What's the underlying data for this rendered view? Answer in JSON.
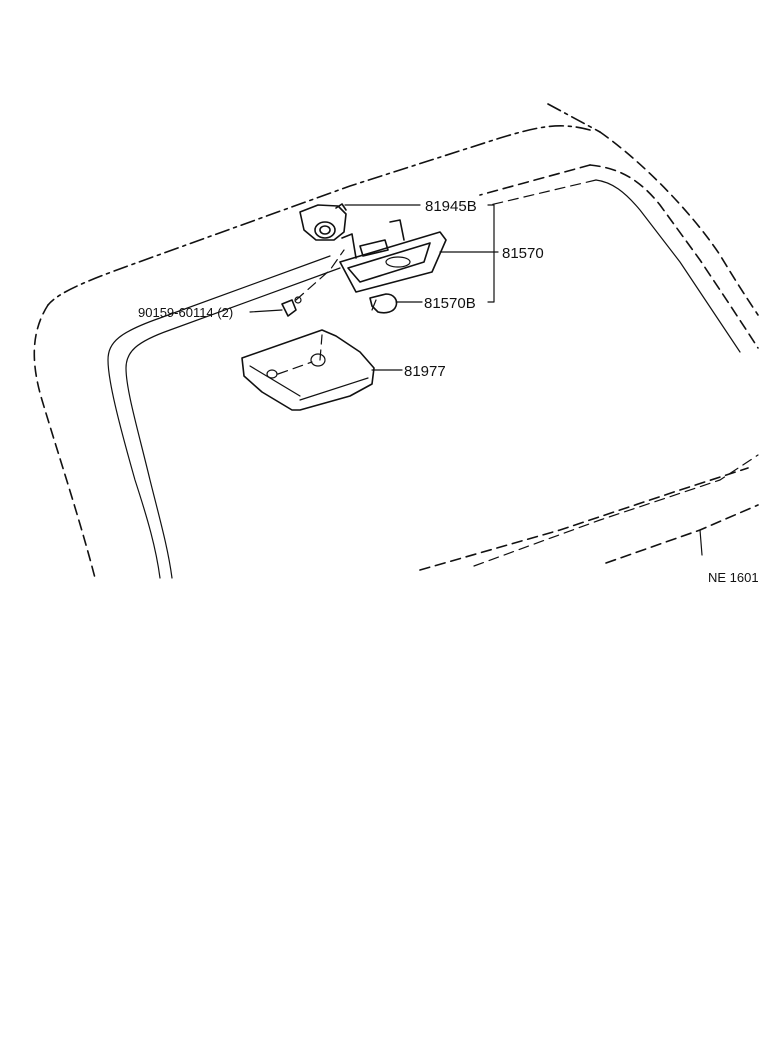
{
  "diagram": {
    "labels": {
      "part_81945b": "81945B",
      "part_81570": "81570",
      "part_81570b": "81570B",
      "part_bolt": "90159-60114 (2)",
      "part_81977": "81977",
      "ref_code": "NE 1601"
    }
  }
}
